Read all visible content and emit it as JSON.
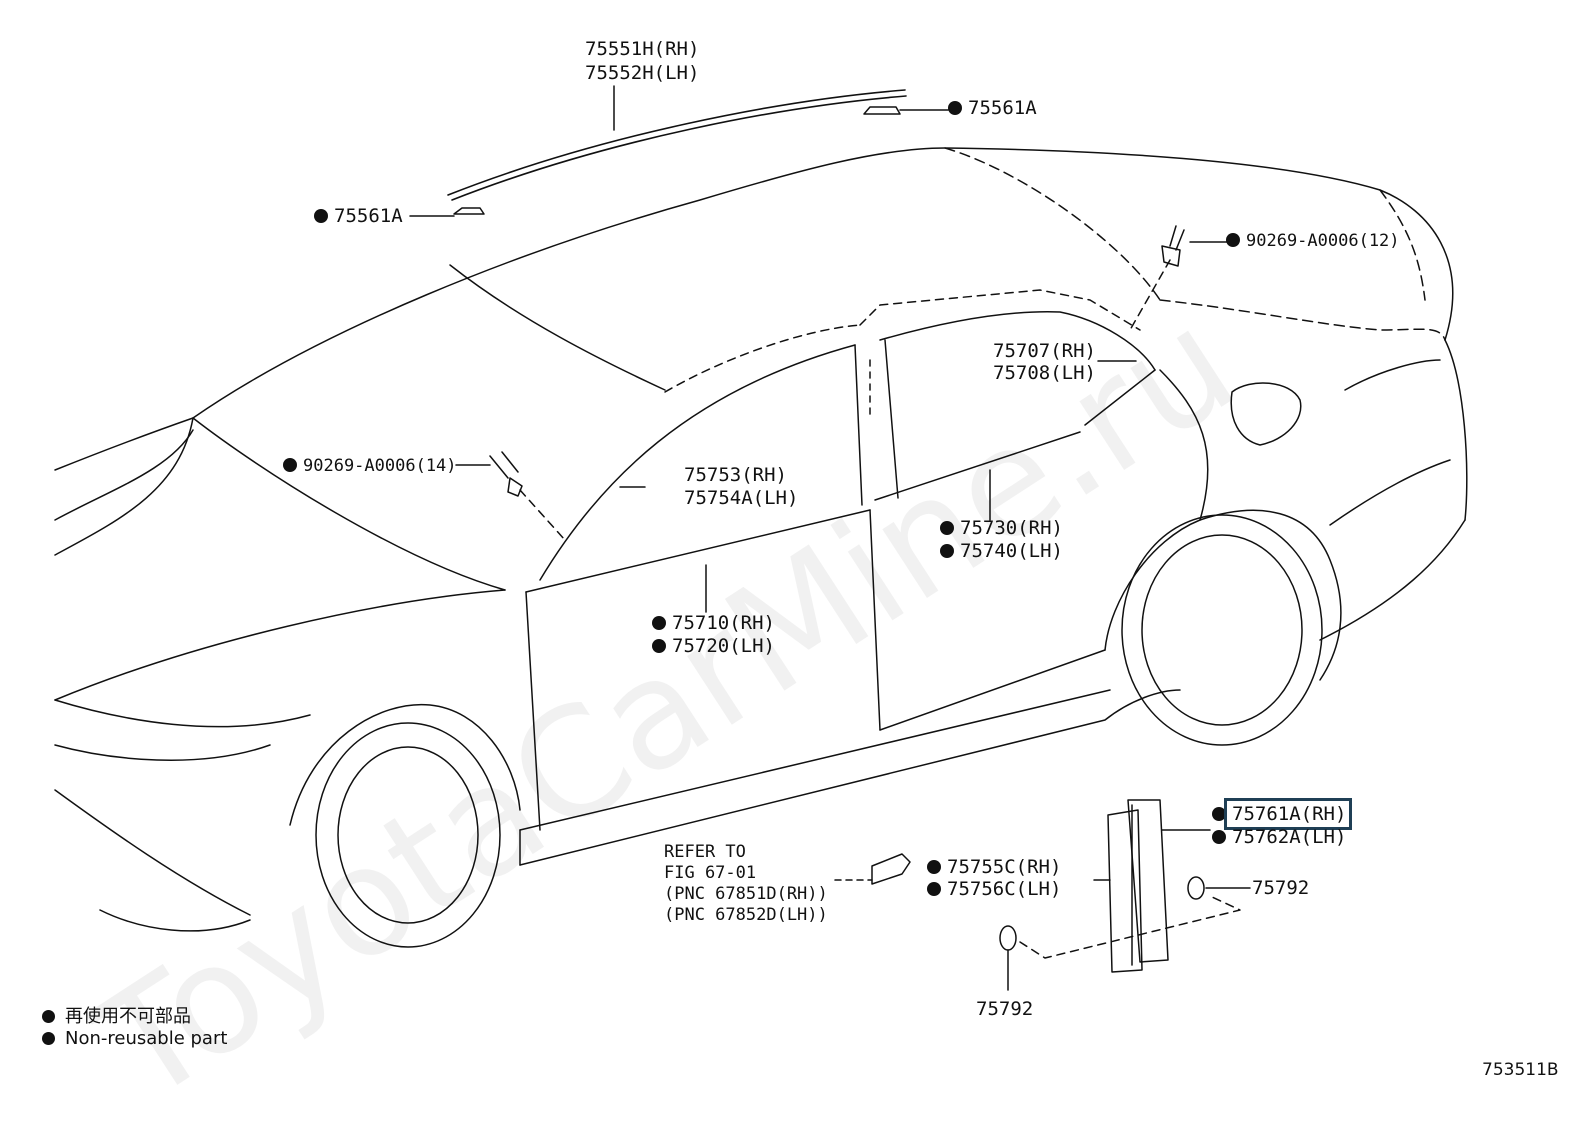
{
  "watermark": "ToyotaCarMine.ru",
  "parts": {
    "roof_molding_rh": "75551H(RH)",
    "roof_molding_lh": "75552H(LH)",
    "clip_right": "75561A",
    "clip_left": "75561A",
    "rivet_rear": "90269-A0006(12)",
    "rivet_front": "90269-A0006(14)",
    "rear_window_molding_rh": "75707(RH)",
    "rear_window_molding_lh": "75708(LH)",
    "front_window_molding_rh": "75753(RH)",
    "front_window_molding_lh": "75754A(LH)",
    "rear_belt_molding_rh": "75730(RH)",
    "rear_belt_molding_lh": "75740(LH)",
    "front_belt_molding_rh": "75710(RH)",
    "front_belt_molding_lh": "75720(LH)",
    "pillar_garnish_rh": "75761A(RH)",
    "pillar_garnish_lh": "75762A(LH)",
    "bracket_rh": "75755C(RH)",
    "bracket_lh": "75756C(LH)",
    "clip_75792_right": "75792",
    "clip_75792_bottom": "75792"
  },
  "refer": {
    "line1": "REFER TO",
    "line2": "FIG 67-01",
    "line3": "(PNC 67851D(RH))",
    "line4": "(PNC 67852D(LH))"
  },
  "legend": {
    "jp": "再使用不可部品",
    "en": "Non-reusable part"
  },
  "figure_number": "753511B",
  "colors": {
    "ink": "#111111",
    "highlight_box": "#1f3f55"
  }
}
